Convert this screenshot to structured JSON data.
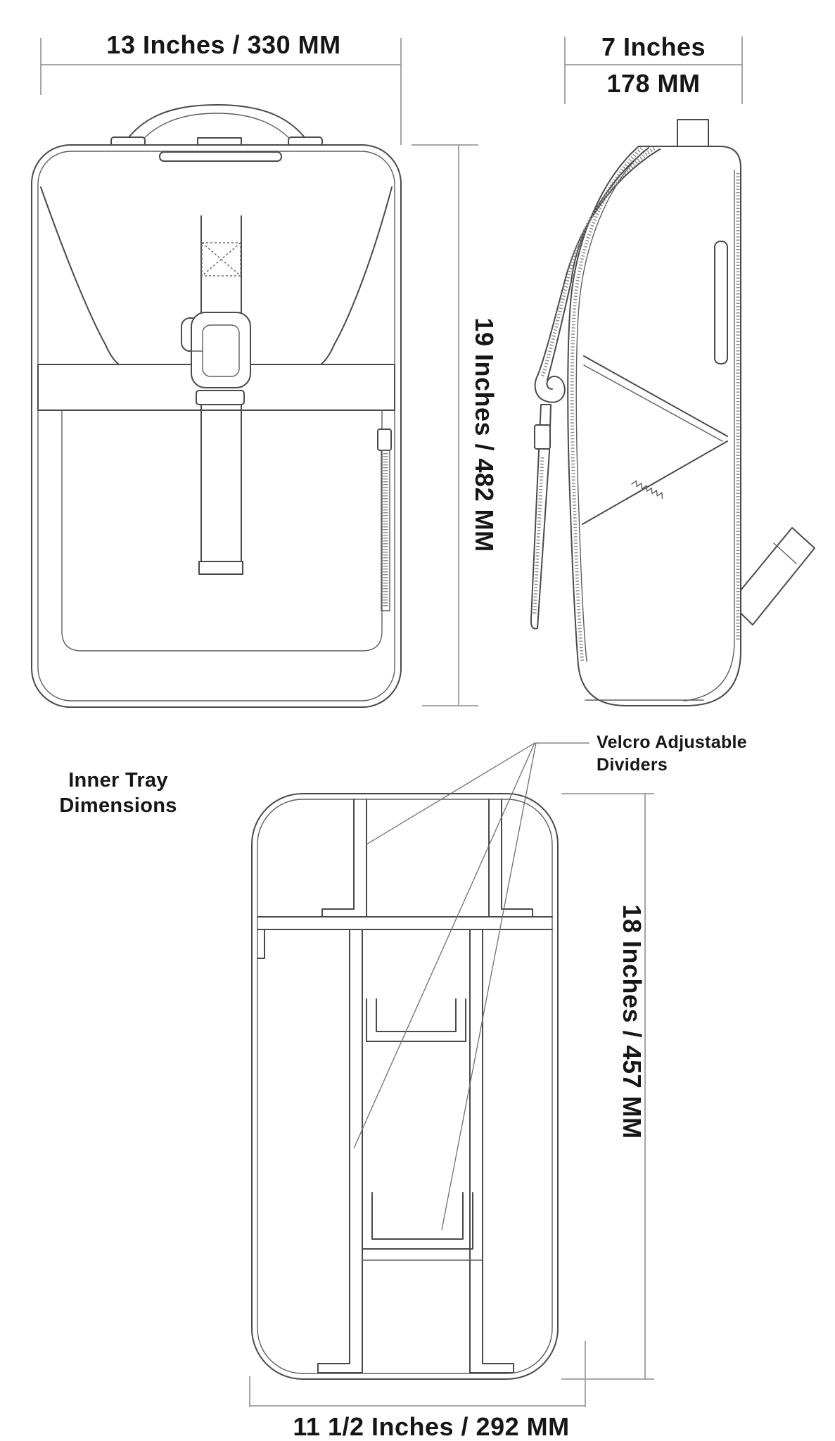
{
  "diagram": {
    "title": "Backpack dimension diagram",
    "front_view": {
      "width_dim": "13 Inches / 330 MM",
      "height_dim": "19 Inches / 482 MM"
    },
    "side_view": {
      "depth_dim_inches": "7 Inches",
      "depth_dim_mm": "178 MM"
    },
    "tray_view": {
      "title_line1": "Inner Tray",
      "title_line2": "Dimensions",
      "annotation_line1": "Velcro Adjustable",
      "annotation_line2": "Dividers",
      "height_dim": "18 Inches / 457 MM",
      "width_dim": "11 1/2 Inches / 292 MM"
    },
    "colors": {
      "background": "#ffffff",
      "line": "#4a4a4a",
      "dimension_line": "#9b9b9b",
      "text": "#161616"
    }
  }
}
